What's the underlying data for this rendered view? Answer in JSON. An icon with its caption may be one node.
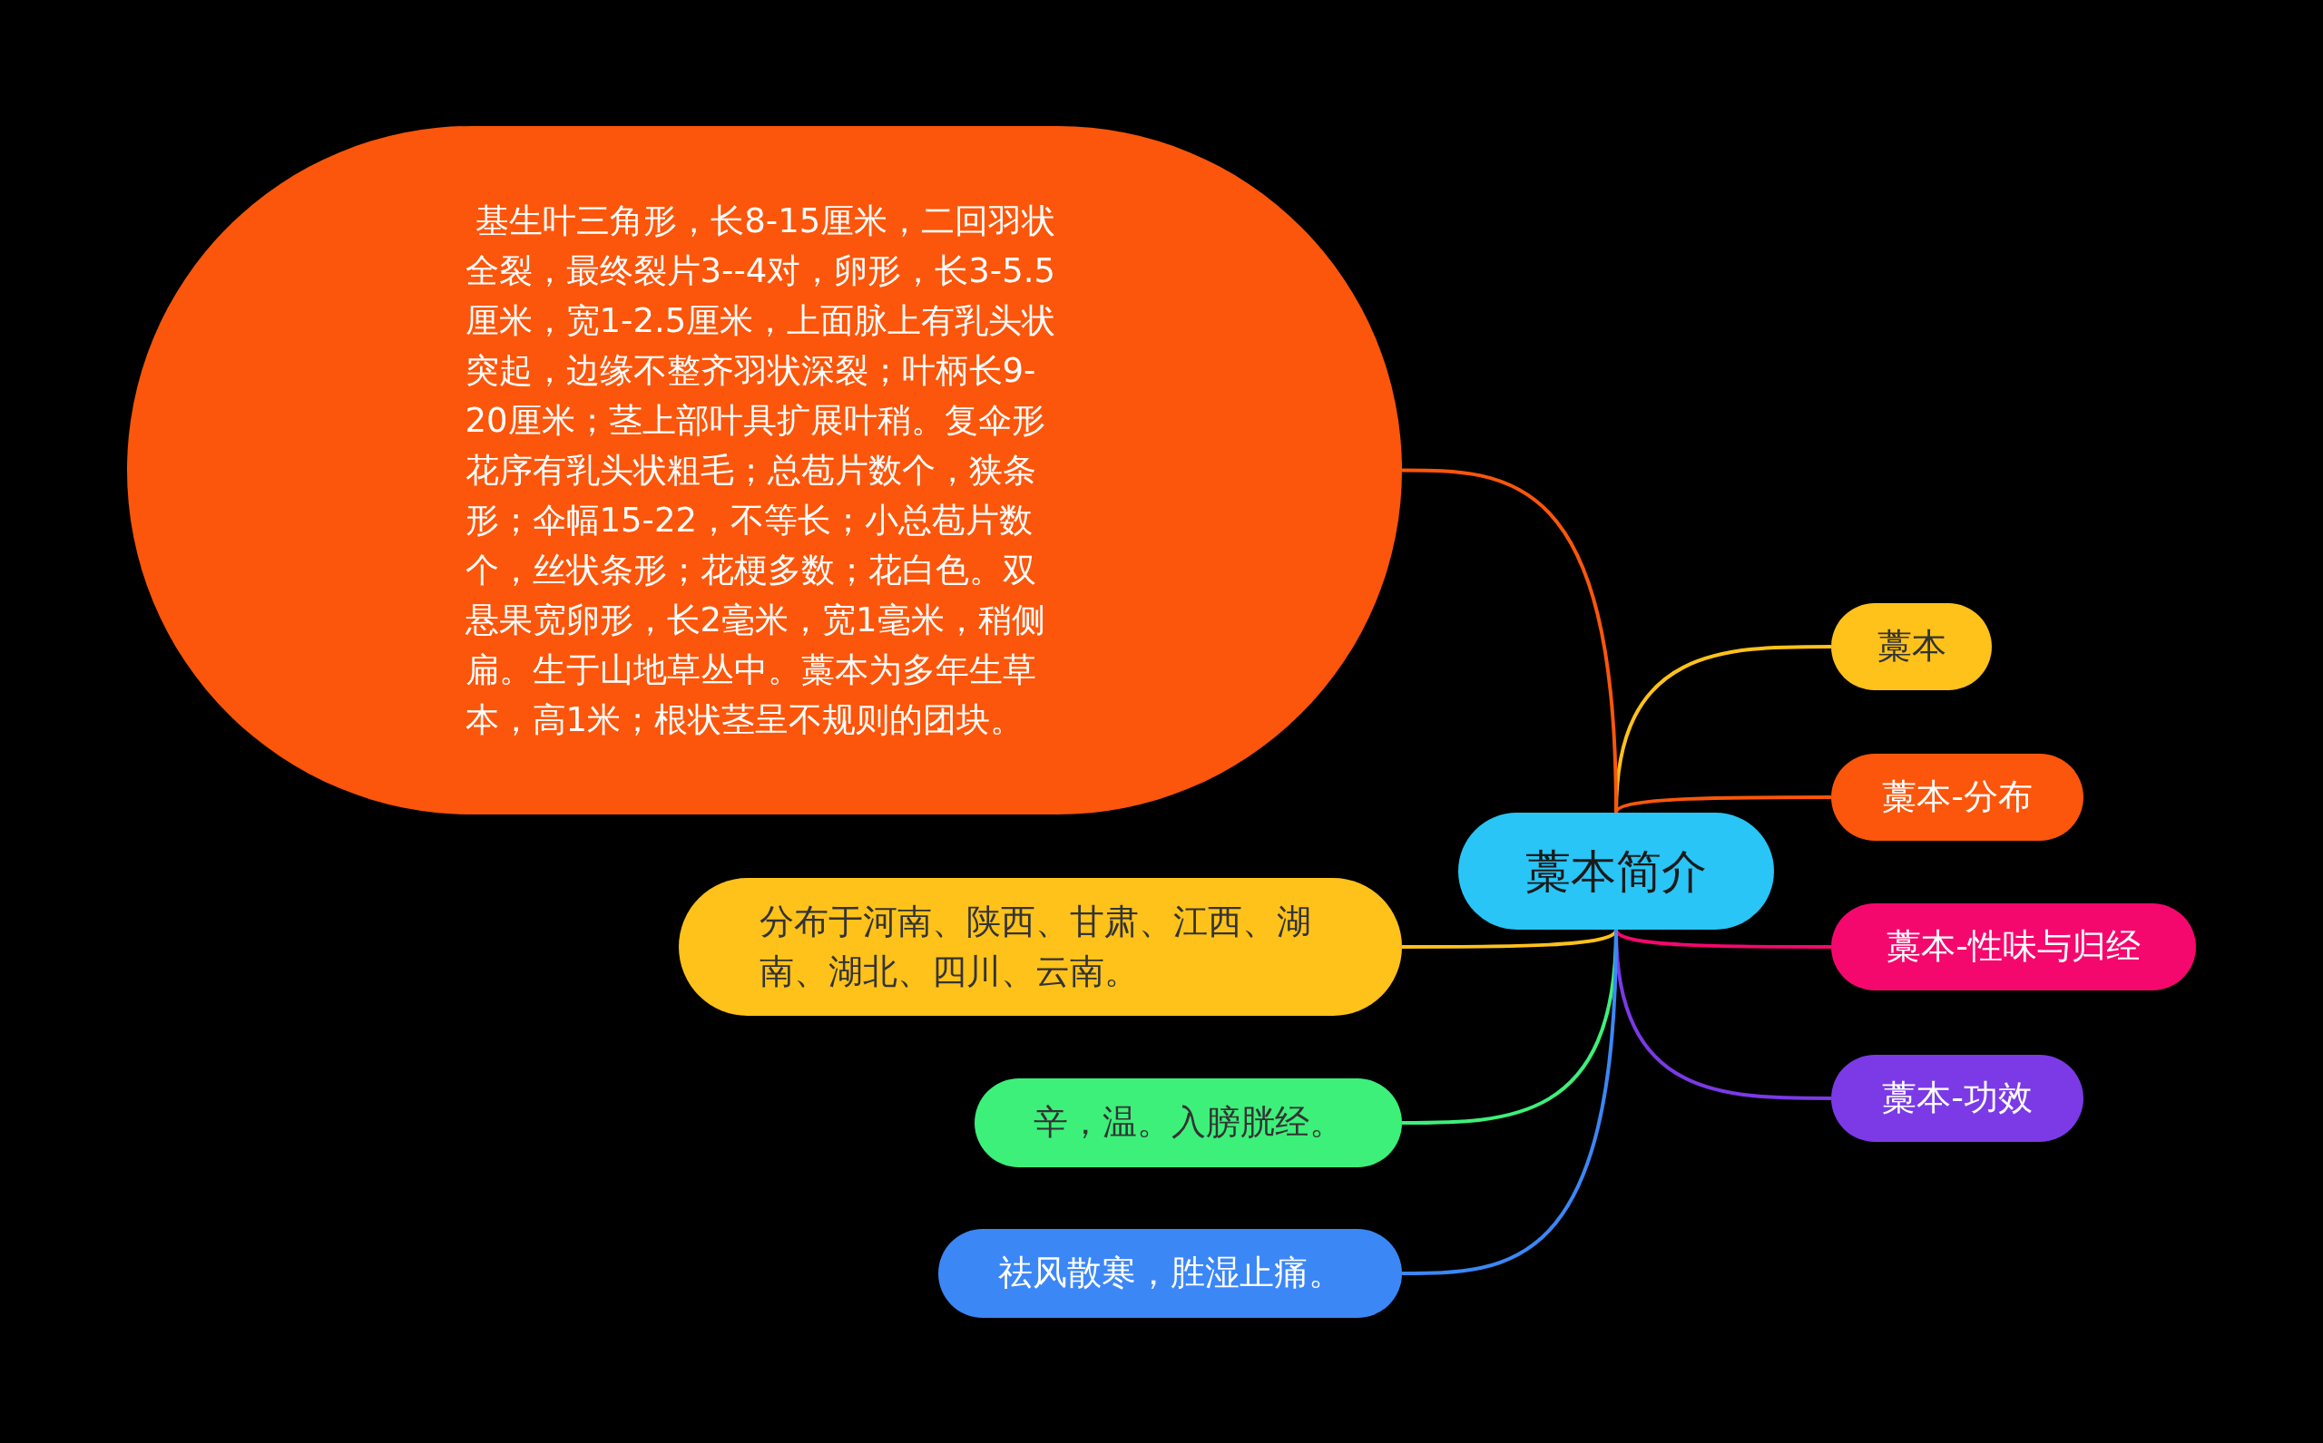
{
  "diagram": {
    "nodes": [
      {
        "text": [
          "藁本简介"
        ]
      },
      {
        "text": [
          "藁本"
        ]
      },
      {
        "text": [
          "藁本-分布"
        ]
      },
      {
        "text": [
          "藁本-性味与归经"
        ]
      },
      {
        "text": [
          "藁本-功效"
        ]
      },
      {
        "text": [
          " 基生叶三角形，长8-15厘米，二回羽状全裂，最终裂片3--4对，卵形，长3-5.5厘米，宽1-2.5厘米，上面脉上有乳头状突起，边缘不整齐羽状深裂；叶柄长9-20厘米；茎上部叶具扩展叶稍。复伞形花序有乳头状粗毛；总苞片数个，狭条形；伞幅15-22，不等长；小总苞片数个，丝状条形；花梗多数；花白色。双悬果宽卵形，长2毫米，宽1毫米，稍侧扁。生于山地草丛中。藁本为多年生草本，高1米；根状茎呈不规则的团块。"
        ]
      },
      {
        "text": [
          "分布于河南、陕西、甘肃、江西、湖南、湖北、四川、云南。"
        ]
      },
      {
        "text": [
          "辛，温。入膀胱经。"
        ]
      },
      {
        "text": [
          "祛风散寒，胜湿止痛。"
        ]
      }
    ],
    "edges": [
      {
        "from": 0,
        "to": 1,
        "arrow": "none",
        "color": "#ffc21a"
      },
      {
        "from": 0,
        "to": 2,
        "arrow": "none",
        "color": "#fb560b"
      },
      {
        "from": 0,
        "to": 3,
        "arrow": "none",
        "color": "#f5086d"
      },
      {
        "from": 0,
        "to": 4,
        "arrow": "none",
        "color": "#7b3ae6"
      },
      {
        "from": 0,
        "to": 5,
        "arrow": "none",
        "color": "#fb560b"
      },
      {
        "from": 0,
        "to": 6,
        "arrow": "none",
        "color": "#ffc21a"
      },
      {
        "from": 0,
        "to": 7,
        "arrow": "none",
        "color": "#3df07a"
      },
      {
        "from": 0,
        "to": 8,
        "arrow": "none",
        "color": "#3c87f6"
      }
    ]
  }
}
